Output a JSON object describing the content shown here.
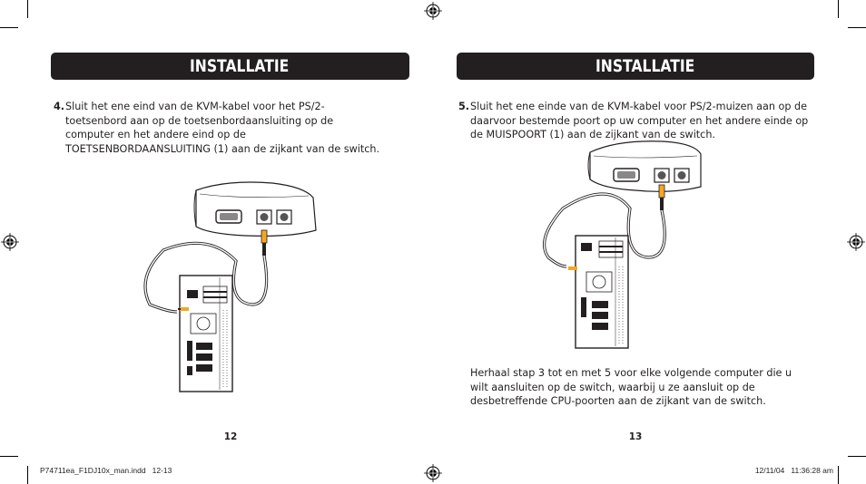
{
  "left_page": {
    "header": "INSTALLATIE",
    "step_number": "4.",
    "step_text": "Sluit het ene eind van de KVM-kabel voor het PS/2-toetsenbord aan op de toetsenbordaansluiting op de computer en het andere eind op de TOETSENBORDAANSLUITING (1) aan de zijkant van de switch.",
    "page_number": "12"
  },
  "right_page": {
    "header": "INSTALLATIE",
    "step_number": "5.",
    "step_text": "Sluit het ene einde van de KVM-kabel voor PS/2-muizen aan op de daarvoor bestemde poort op uw computer en het andere einde op de MUISPOORT  (1) aan de zijkant van de switch.",
    "note": "Herhaal stap 3 tot en met 5 voor elke volgende computer die u wilt aansluiten op de switch, waarbij u ze aansluit op de desbetreffende CPU-poorten aan de zijkant van de switch.",
    "page_number": "13"
  },
  "footer": {
    "file_info": "P74711ea_F1DJ10x_man.indd   12-13",
    "timestamp": "12/11/04   11:36:28 am"
  },
  "colors": {
    "banner_bg": "#231f20",
    "cable_highlight": "#f5a623",
    "text": "#231f20"
  }
}
